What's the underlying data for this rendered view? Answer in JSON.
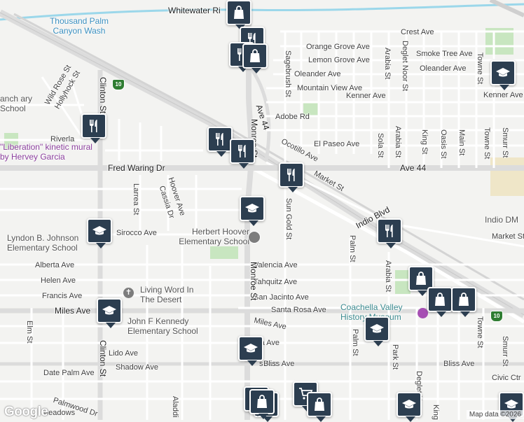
{
  "colors": {
    "background": "#f3f3f1",
    "water": "#9bd7ea",
    "park": "#c8e6c0",
    "road": "#ffffff",
    "major_road": "#dcdcdc",
    "pin": "#2c3e50",
    "highway_shield": "#2f7d32"
  },
  "water": {
    "river": "Whitewater River",
    "wash": "Thousand Palm Canyon Wash"
  },
  "places": {
    "poi_kinetic": "\"Liberation\" kinetic mural by Hervey Garcia",
    "herbert_hoover": "Herbert Hoover Elementary School",
    "lbj": "Lyndon B. Johnson Elementary School",
    "living_word": "Living Word In The Desert",
    "jfk": "John F Kennedy Elementary School",
    "coachella": "Coachella Valley History Museum",
    "ranch_school": "anch ary School",
    "indio_dm": "Indio DM"
  },
  "streets": {
    "whitewater": "Whitewater Ri",
    "crest": "Crest Ave",
    "orange_grove": "Orange Grove Ave",
    "lemon_grove": "Lemon Grove Ave",
    "smoke_tree": "Smoke Tree Ave",
    "oleander1": "Oleander Ave",
    "oleander2": "Oleander Ave",
    "mountain_view": "Mountain View Ave",
    "kenner1": "Kenner Ave",
    "kenner2": "Kenner Ave",
    "adobe": "Adobe Rd",
    "el_paseo": "El Paseo Ave",
    "ocotillo": "Ocotillo Ave",
    "ave44_a": "Ave 44",
    "ave44_b": "Ave 44",
    "fred_waring": "Fred Waring Dr",
    "market1": "Market St",
    "market2": "Market St",
    "indio_blvd": "Indio Blvd",
    "sirocco": "Sirocco Ave",
    "alberta": "Alberta Ave",
    "valencia": "Valencia Ave",
    "helen": "Helen Ave",
    "tahquitz": "Tahquitz Ave",
    "francis": "Francis Ave",
    "san_jacinto": "San Jacinto Ave",
    "santa_rosa": "Santa Rosa Ave",
    "miles1": "Miles Ave",
    "miles2": "Miles Ave",
    "lido": "Lido Ave",
    "shadow": "Shadow Ave",
    "date_palm": "Date Palm Ave",
    "bliss1": "Bliss Ave",
    "bliss2": "Bliss Ave",
    "palmwood": "Palmwood Dr",
    "meadows": "Meadows",
    "civic": "Civic Ctr",
    "riverlawn": "Riverla",
    "wild_rose": "Wild Rose St",
    "hollyhock": "Hollyhock St",
    "clinton1": "Clinton St",
    "clinton2": "Clinton St",
    "clinton3": "Clinton St",
    "monroe1": "Monroe St",
    "monroe2": "Monroe St",
    "larrea": "Larrea St",
    "hoover": "Hoover Ave",
    "cassia": "Cassia Dr",
    "sagebrush": "Sagebrush St",
    "sun_gold": "Sun Gold St",
    "sola": "Sola St",
    "arabia1": "Arabia St",
    "arabia2": "Arabia St",
    "arabia3": "Arabia St",
    "deglet1": "Deglet Noor St",
    "deglet2": "Deglet Noor",
    "king1": "King St",
    "king2": "King",
    "oasis": "Oasis St",
    "main": "Main St",
    "towne1": "Towne St",
    "towne2": "Towne St",
    "towne3": "Towne St",
    "smurr1": "Smurr St",
    "smurr2": "Smurr St",
    "palm1": "Palm St",
    "palm2": "Palm St",
    "park": "Park St",
    "elm": "Elm St",
    "aladdin": "Aladdi",
    "ra_ave": "ra Ave",
    "s_ave": "s Ave",
    "ra_partial": "ra"
  },
  "shields": [
    "10",
    "10"
  ],
  "pins": [
    {
      "name": "pin-shopping-1",
      "icon": "bag"
    },
    {
      "name": "pin-restaurant-1",
      "icon": "fork"
    },
    {
      "name": "pin-restaurant-2",
      "icon": "fork"
    },
    {
      "name": "pin-shopping-2",
      "icon": "bag"
    },
    {
      "name": "pin-restaurant-3",
      "icon": "fork"
    },
    {
      "name": "pin-restaurant-4",
      "icon": "fork"
    },
    {
      "name": "pin-restaurant-5",
      "icon": "fork"
    },
    {
      "name": "pin-restaurant-6",
      "icon": "fork"
    },
    {
      "name": "pin-restaurant-7",
      "icon": "fork"
    },
    {
      "name": "pin-school-1",
      "icon": "school"
    },
    {
      "name": "pin-school-2",
      "icon": "school"
    },
    {
      "name": "pin-school-3",
      "icon": "school"
    },
    {
      "name": "pin-school-4",
      "icon": "school"
    },
    {
      "name": "pin-school-5",
      "icon": "school"
    },
    {
      "name": "pin-school-6",
      "icon": "school"
    },
    {
      "name": "pin-shopping-3",
      "icon": "bag"
    },
    {
      "name": "pin-shopping-4",
      "icon": "bag"
    },
    {
      "name": "pin-shopping-5",
      "icon": "bag"
    },
    {
      "name": "pin-cart-1",
      "icon": "cart"
    },
    {
      "name": "pin-shopping-6",
      "icon": "bag"
    },
    {
      "name": "pin-shopping-7",
      "icon": "bag"
    },
    {
      "name": "pin-school-7",
      "icon": "school"
    },
    {
      "name": "pin-cluster-1",
      "icon": "bag"
    },
    {
      "name": "pin-cluster-2",
      "icon": "bag"
    },
    {
      "name": "pin-school-8",
      "icon": "school"
    }
  ],
  "attribution": {
    "logo": "Google",
    "credit": "Map data ©2026"
  }
}
